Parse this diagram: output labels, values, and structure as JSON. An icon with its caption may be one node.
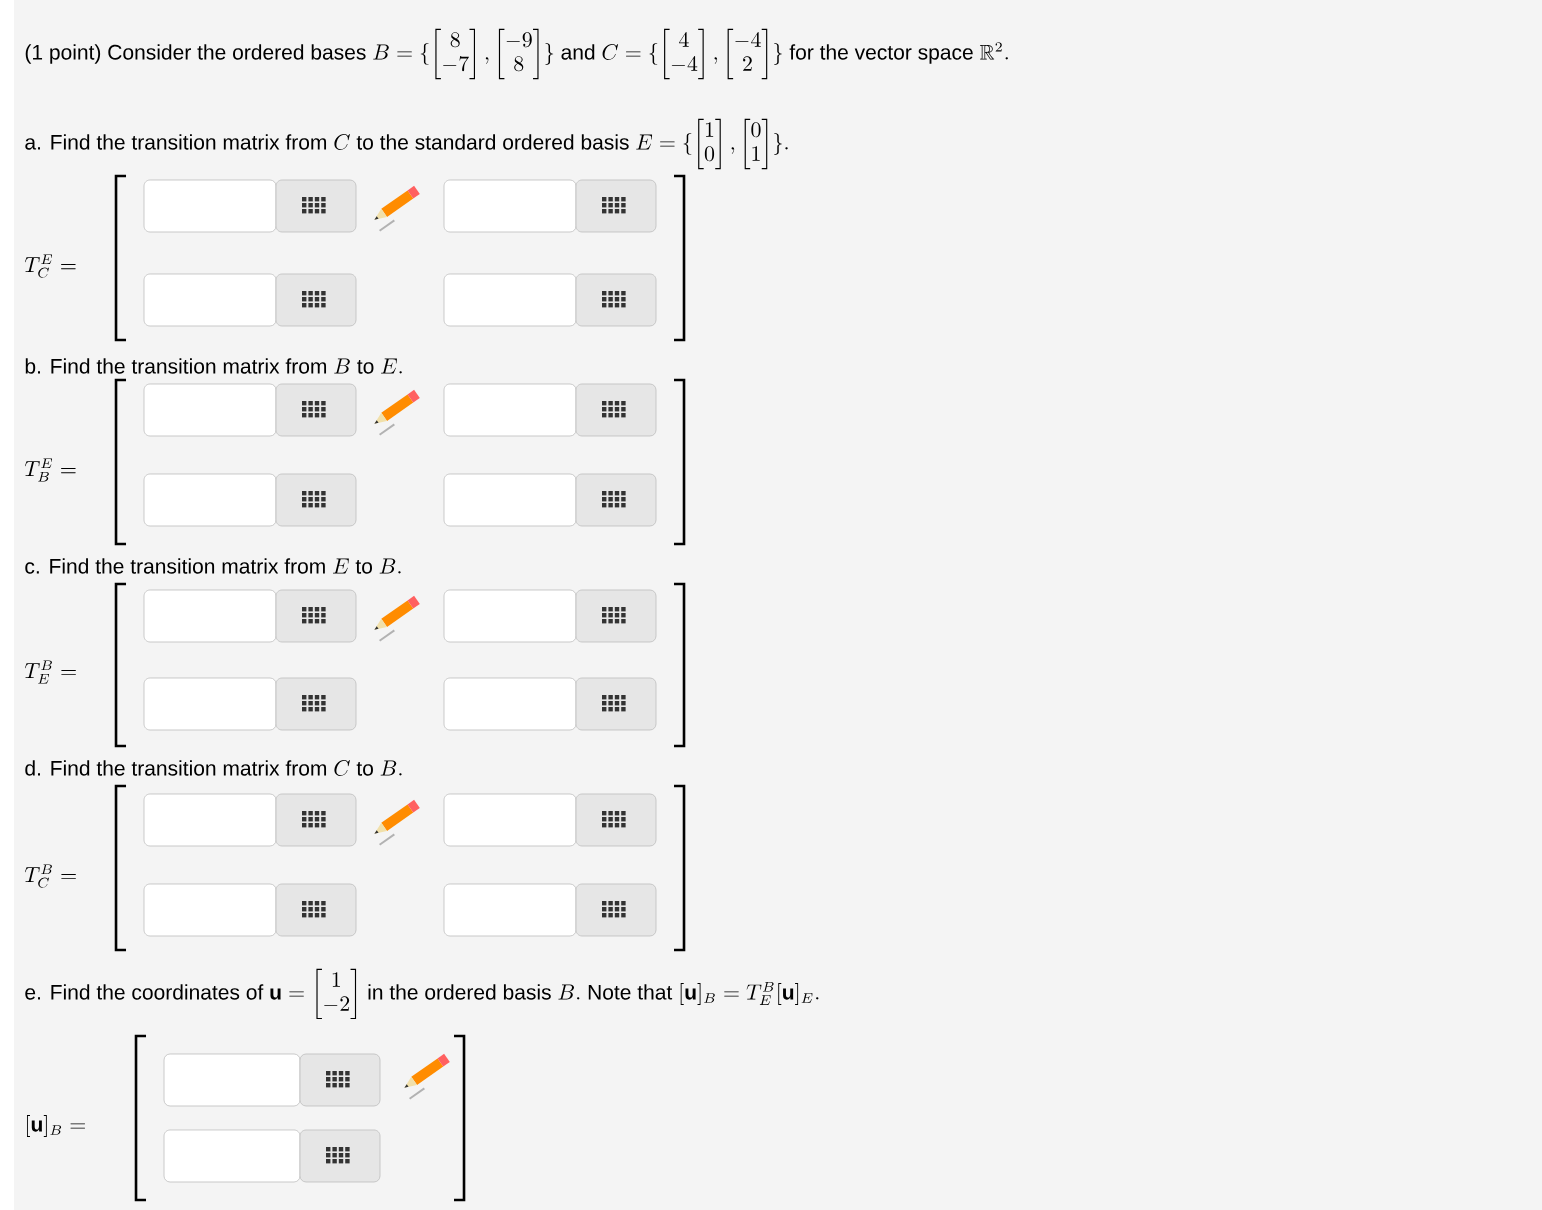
{
  "diagram": {
    "labels": [
      "(1 point) Consider the ordered bases",
      "B = \\{ \\begin{bmatrix}8\\\\-7\\end{bmatrix}, \\begin{bmatrix}-9\\\\8\\end{bmatrix} \\}",
      "and",
      "C = \\{ \\begin{bmatrix}4\\\\-4\\end{bmatrix}, \\begin{bmatrix}-4\\\\2\\end{bmatrix} \\}",
      "for the vector space",
      "\\mathbb{R}^2.",
      "a. Find the transition matrix from",
      "C",
      "to the standard ordered basis",
      "E = \\{ \\begin{bmatrix}1\\\\0\\end{bmatrix}, \\begin{bmatrix}0\\\\1\\end{bmatrix} \\}.",
      "T_C^E =",
      "b. Find the transition matrix from",
      "B",
      "to",
      "E.",
      "T_B^E =",
      "c. Find the transition matrix from",
      "E",
      "to",
      "B.",
      "T_E^B =",
      "d. Find the transition matrix from",
      "C",
      "to",
      "B.",
      "T_C^B =",
      "e. Find the coordinates of",
      "\\mathbf{u} = \\begin{bmatrix}1\\\\-2\\end{bmatrix}",
      "in the ordered basis",
      "B.",
      "Note that",
      "[\\mathbf{u}]_B = T_E^B[\\mathbf{u}]_E.",
      "[\\mathbf{u}]_B ="
    ]
  }
}
